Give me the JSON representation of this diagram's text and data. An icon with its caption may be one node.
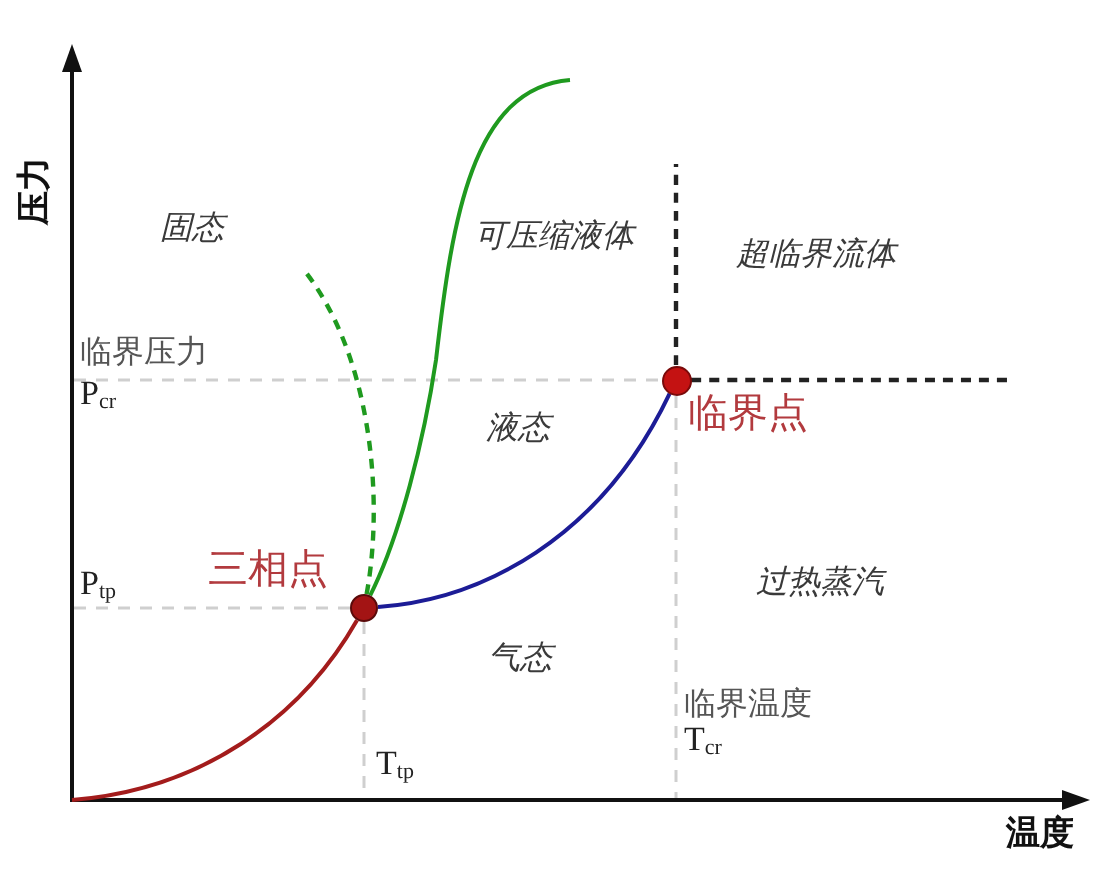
{
  "diagram": {
    "nodes": [
      {
        "text": [],
        "shape": "circle",
        "beside": [
          "三相点"
        ]
      },
      {
        "text": [],
        "shape": "circle",
        "beside": [
          "临界点"
        ]
      }
    ],
    "edges": [
      {
        "from": null,
        "to": 0,
        "arrow": "none",
        "color": "#a31c1c"
      },
      {
        "from": 0,
        "to": 1,
        "arrow": "none",
        "color": "#1c1c96"
      },
      {
        "from": 0,
        "to": null,
        "arrow": "none",
        "color": "#1f9a1f"
      },
      {
        "from": 0,
        "to": null,
        "arrow": "none",
        "style": "dashed",
        "color": "#1f9a1f"
      },
      {
        "from": 1,
        "to": null,
        "arrow": "none",
        "style": "dashed",
        "color": "#222222"
      },
      {
        "from": 1,
        "to": null,
        "arrow": "none",
        "style": "dashed",
        "color": "#222222"
      }
    ],
    "labels": [
      "压力",
      "固态",
      "可压缩液体",
      "超临界流体",
      "临界压力",
      "P$_{cr}$",
      "液态",
      "P$_{tp}$",
      "过热蒸汽",
      "气态",
      "临界温度",
      "T$_{cr}$",
      "T$_{tp}$",
      "温度"
    ]
  }
}
